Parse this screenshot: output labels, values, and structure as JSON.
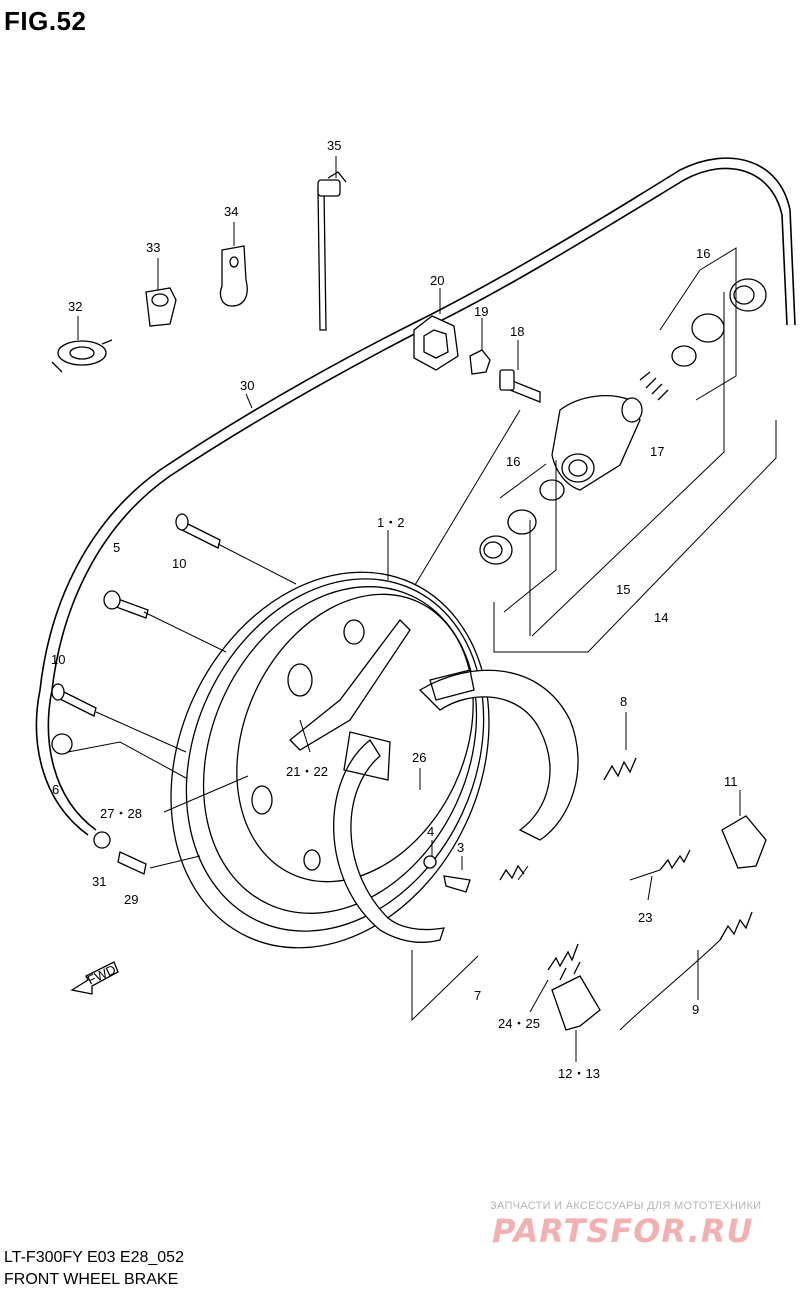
{
  "figure": {
    "title": "FIG.52",
    "code": "LT-F300FY E03 E28_052",
    "name": "FRONT WHEEL BRAKE"
  },
  "parts": [
    {
      "label": "35"
    },
    {
      "label": "34"
    },
    {
      "label": "33"
    },
    {
      "label": "32"
    },
    {
      "label": "30"
    },
    {
      "label": "20"
    },
    {
      "label": "19"
    },
    {
      "label": "18"
    },
    {
      "label": "16"
    },
    {
      "label": "17"
    },
    {
      "label": "16"
    },
    {
      "label": "15"
    },
    {
      "label": "14"
    },
    {
      "label": "1・2"
    },
    {
      "label": "10"
    },
    {
      "label": "5"
    },
    {
      "label": "10"
    },
    {
      "label": "6"
    },
    {
      "label": "27・28"
    },
    {
      "label": "21・22"
    },
    {
      "label": "26"
    },
    {
      "label": "4"
    },
    {
      "label": "3"
    },
    {
      "label": "31"
    },
    {
      "label": "29"
    },
    {
      "label": "8"
    },
    {
      "label": "11"
    },
    {
      "label": "23"
    },
    {
      "label": "7"
    },
    {
      "label": "24・25"
    },
    {
      "label": "9"
    },
    {
      "label": "12・13"
    }
  ],
  "fwd_arrow": {
    "label": "FWD"
  },
  "watermark": {
    "text": "ЗАПЧАСТИ И АКСЕССУАРЫ ДЛЯ МОТОТЕХНИКИ",
    "logo": "PARTSFOR.RU"
  }
}
